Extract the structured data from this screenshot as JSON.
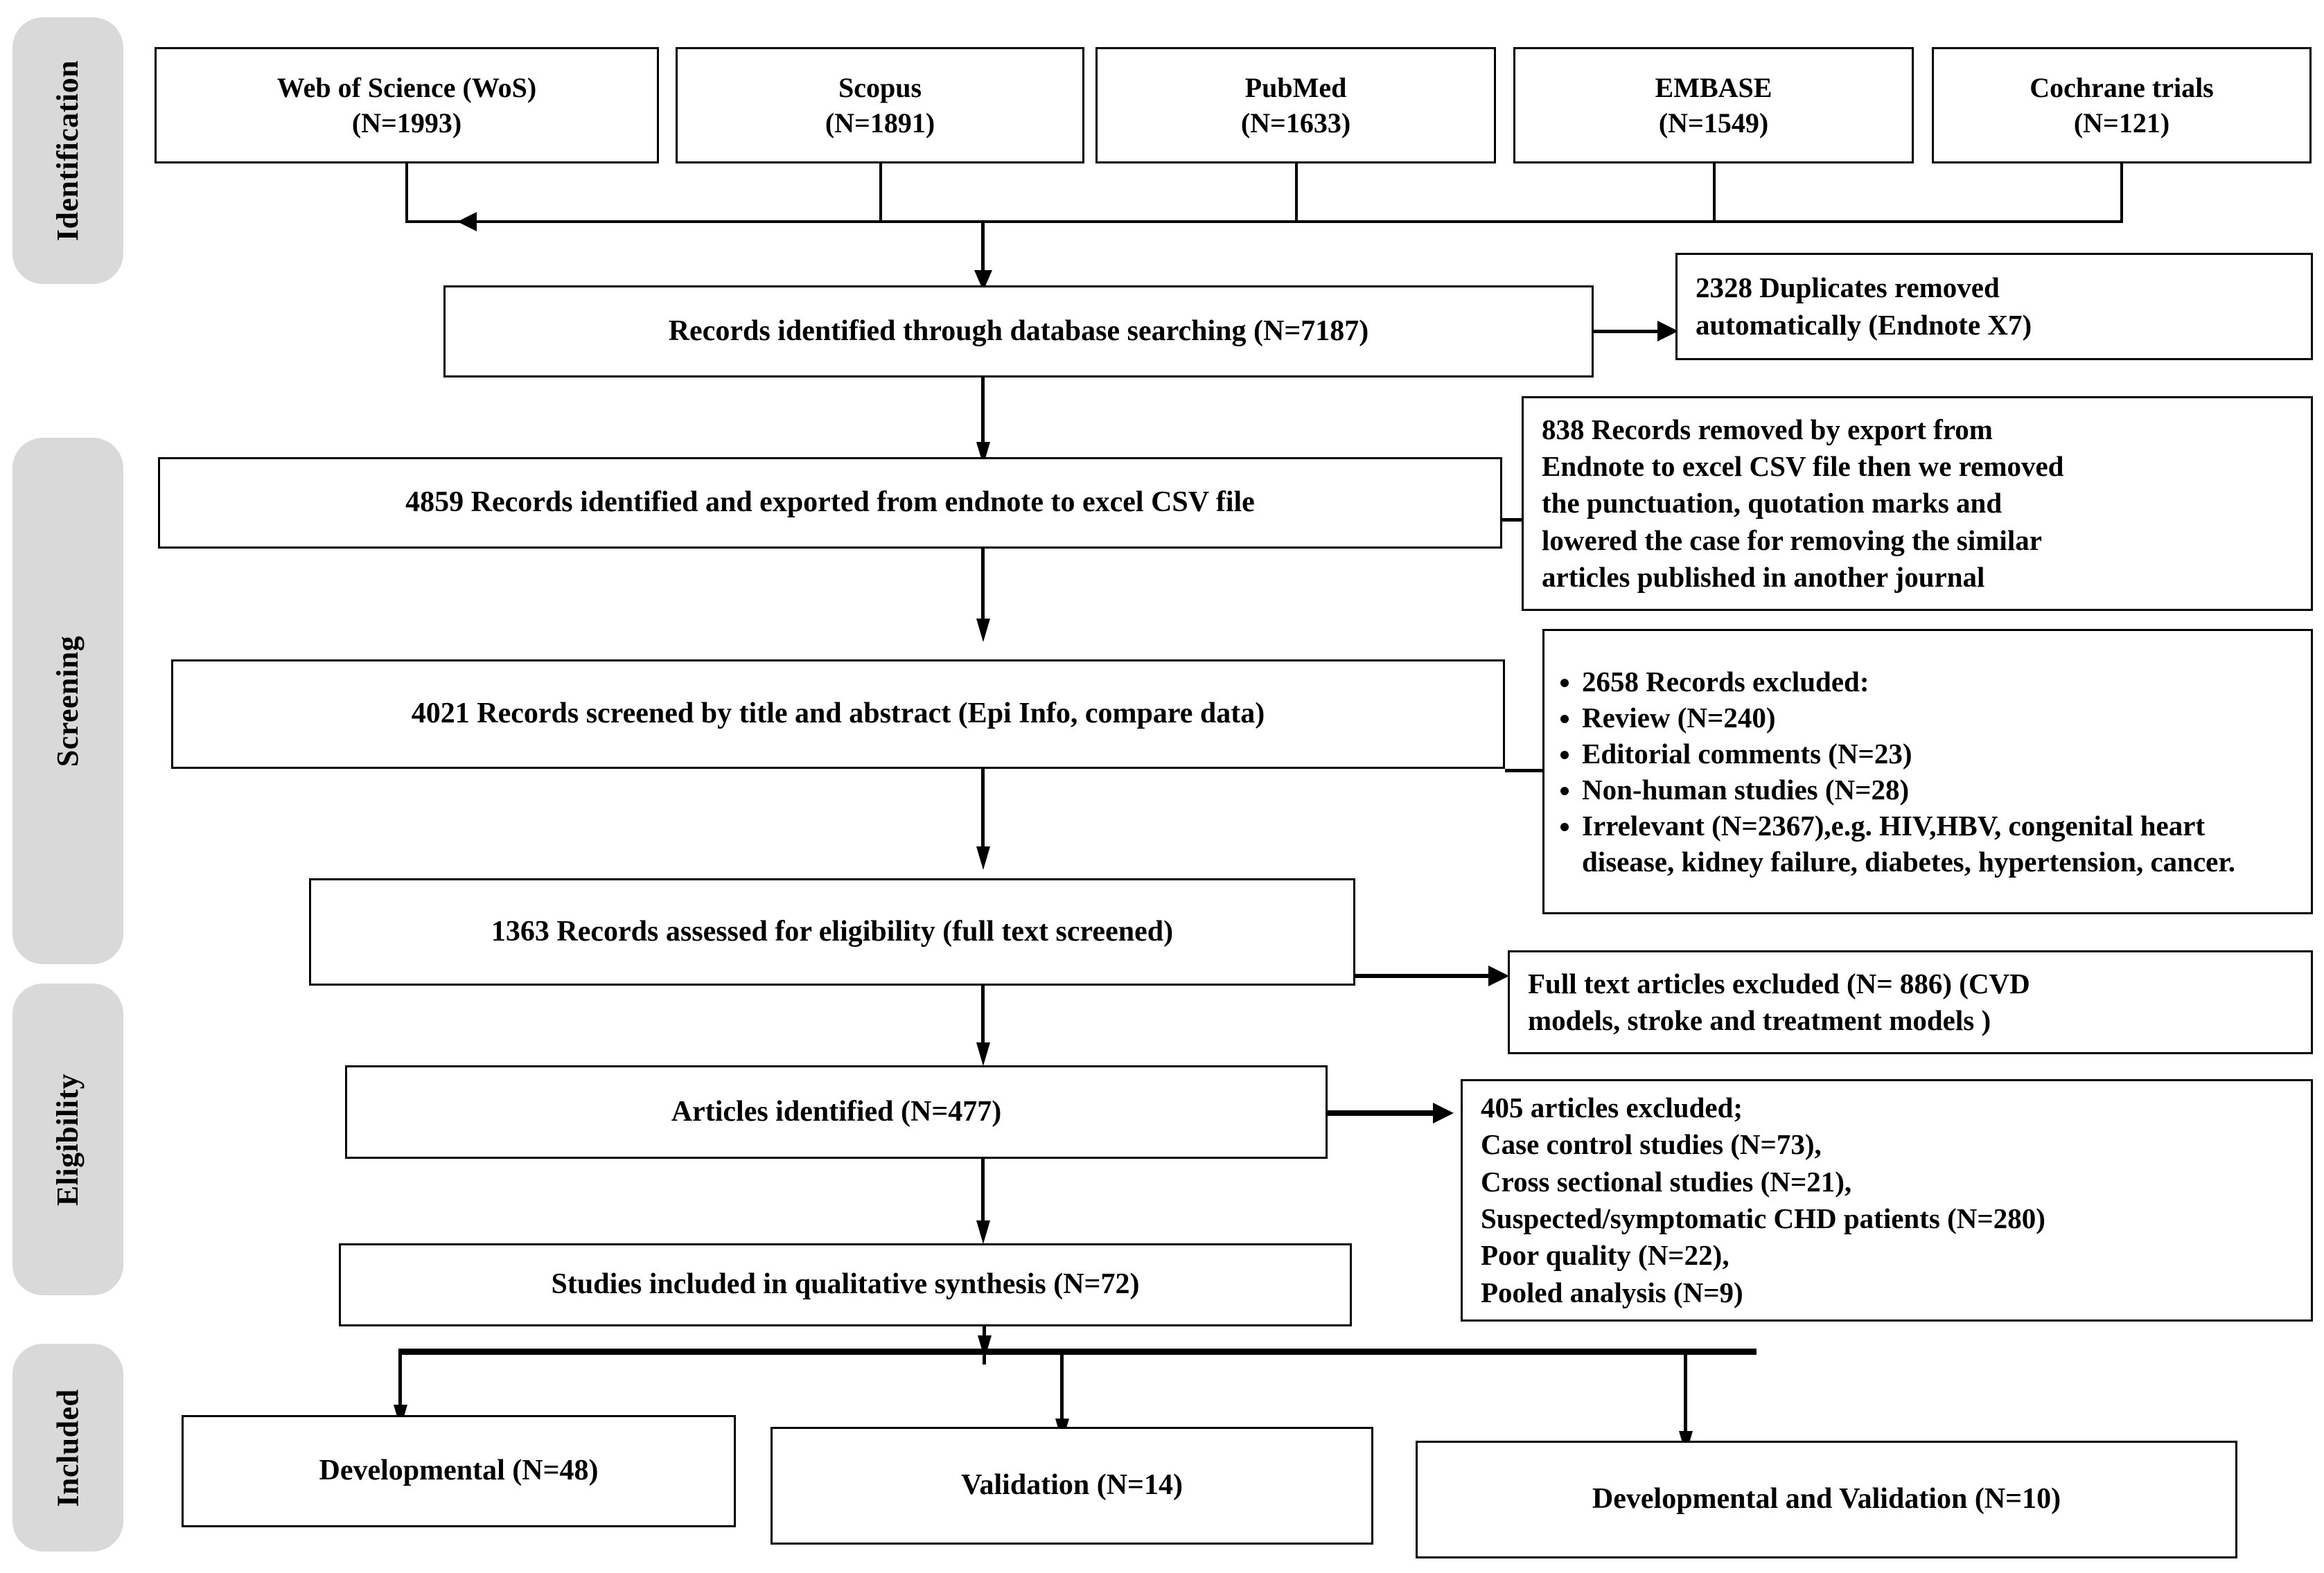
{
  "diagram": {
    "title": "PRISMA flow diagram",
    "colors": {
      "stage_bar_fill": "#d9d9d9",
      "box_border": "#000000",
      "box_fill": "#ffffff",
      "text": "#000000"
    }
  },
  "stages": [
    {
      "id": "identification",
      "label": "Identification"
    },
    {
      "id": "screening",
      "label": "Screening"
    },
    {
      "id": "eligibility",
      "label": "Eligibility"
    },
    {
      "id": "included",
      "label": "Included"
    }
  ],
  "sources": [
    {
      "id": "wos",
      "name": "Web of Science (WoS)",
      "count": "(N=1993)"
    },
    {
      "id": "scopus",
      "name": "Scopus",
      "count": "(N=1891)"
    },
    {
      "id": "pubmed",
      "name": "PubMed",
      "count": "(N=1633)"
    },
    {
      "id": "embase",
      "name": "EMBASE",
      "count": "(N=1549)"
    },
    {
      "id": "cochrane",
      "name": "Cochrane trials",
      "count": "(N=121)"
    }
  ],
  "flow": {
    "records_identified": "Records identified through database searching (N=7187)",
    "records_exported": "4859 Records identified and exported from endnote to excel CSV file",
    "records_screened": "4021  Records screened by title and abstract (Epi Info, compare data)",
    "records_eligibility": "1363 Records assessed for eligibility (full text screened)",
    "articles_identified": "Articles identified (N=477)",
    "studies_included": "Studies included in qualitative synthesis (N=72)"
  },
  "exclusions": {
    "duplicates": {
      "line1": "2328 Duplicates removed",
      "line2": "automatically (Endnote X7)"
    },
    "export_removed": {
      "line1": "838 Records removed by export from",
      "line2": "Endnote to excel CSV file then we removed",
      "line3": "the punctuation, quotation marks and",
      "line4": "lowered the case for removing the similar",
      "line5": "articles published in another journal"
    },
    "records_excluded_bullets": [
      "2658 Records excluded:",
      "Review (N=240)",
      "Editorial comments (N=23)",
      "Non-human studies (N=28)",
      "Irrelevant  (N=2367),e.g. HIV,HBV, congenital heart disease, kidney  failure, diabetes, hypertension, cancer."
    ],
    "full_text_excluded": {
      "line1": "Full text articles excluded (N= 886) (CVD",
      "line2": "models, stroke and treatment models )"
    },
    "articles_excluded_lines": [
      "405 articles excluded;",
      "Case control studies (N=73),",
      "Cross sectional studies (N=21),",
      "Suspected/symptomatic CHD patients (N=280)",
      "Poor quality (N=22),",
      "Pooled analysis (N=9)"
    ]
  },
  "outcomes": [
    {
      "id": "developmental",
      "label": "Developmental (N=48)"
    },
    {
      "id": "validation",
      "label": "Validation (N=14)"
    },
    {
      "id": "developmental-validation",
      "label": "Developmental and Validation (N=10)"
    }
  ]
}
